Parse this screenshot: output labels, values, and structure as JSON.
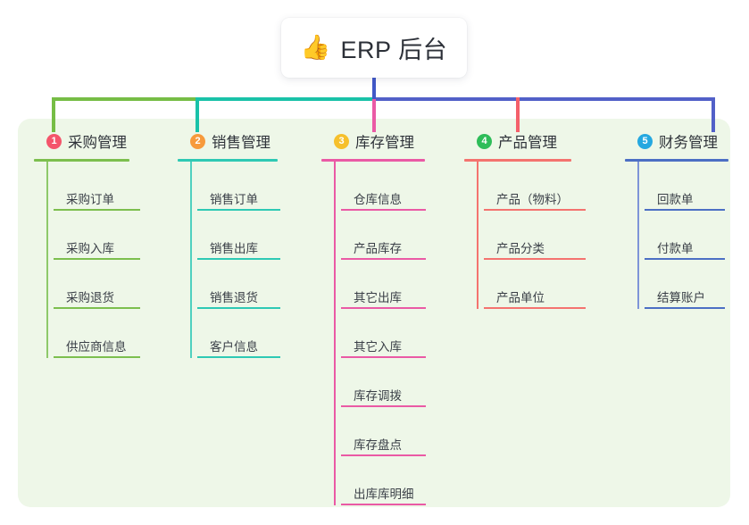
{
  "root": {
    "icon": "thumbs-up-icon",
    "icon_glyph": "👍",
    "title": "ERP 后台"
  },
  "colors": {
    "panel_bg": "#eef7e8",
    "stem": "#4158c8",
    "bus_green": "#76bd45",
    "bus_teal": "#19c2a8",
    "bus_blue": "#5260c8",
    "leg_pink": "#ea5aa5",
    "leg_red": "#f4606a"
  },
  "columns": [
    {
      "index": "1",
      "badge_color": "#f4556b",
      "rule_color": "#7cbf4e",
      "spine_color": "#8ec96a",
      "title": "采购管理",
      "children": [
        "采购订单",
        "采购入库",
        "采购退货",
        "供应商信息"
      ]
    },
    {
      "index": "2",
      "badge_color": "#f79a3c",
      "rule_color": "#2ec9b4",
      "spine_color": "#4fd0bf",
      "title": "销售管理",
      "children": [
        "销售订单",
        "销售出库",
        "销售退货",
        "客户信息"
      ]
    },
    {
      "index": "3",
      "badge_color": "#f6c02c",
      "rule_color": "#ea5aa5",
      "spine_color": "#ea5aa5",
      "title": "库存管理",
      "children": [
        "仓库信息",
        "产品库存",
        "其它出库",
        "其它入库",
        "库存调拨",
        "库存盘点",
        "出库库明细"
      ]
    },
    {
      "index": "4",
      "badge_color": "#2ebd59",
      "rule_color": "#f4736f",
      "spine_color": "#f4736f",
      "title": "产品管理",
      "children": [
        "产品（物料）",
        "产品分类",
        "产品单位"
      ]
    },
    {
      "index": "5",
      "badge_color": "#25a8e0",
      "rule_color": "#4c6fc4",
      "spine_color": "#7e95d8",
      "title": "财务管理",
      "children": [
        "回款单",
        "付款单",
        "结算账户"
      ]
    }
  ]
}
